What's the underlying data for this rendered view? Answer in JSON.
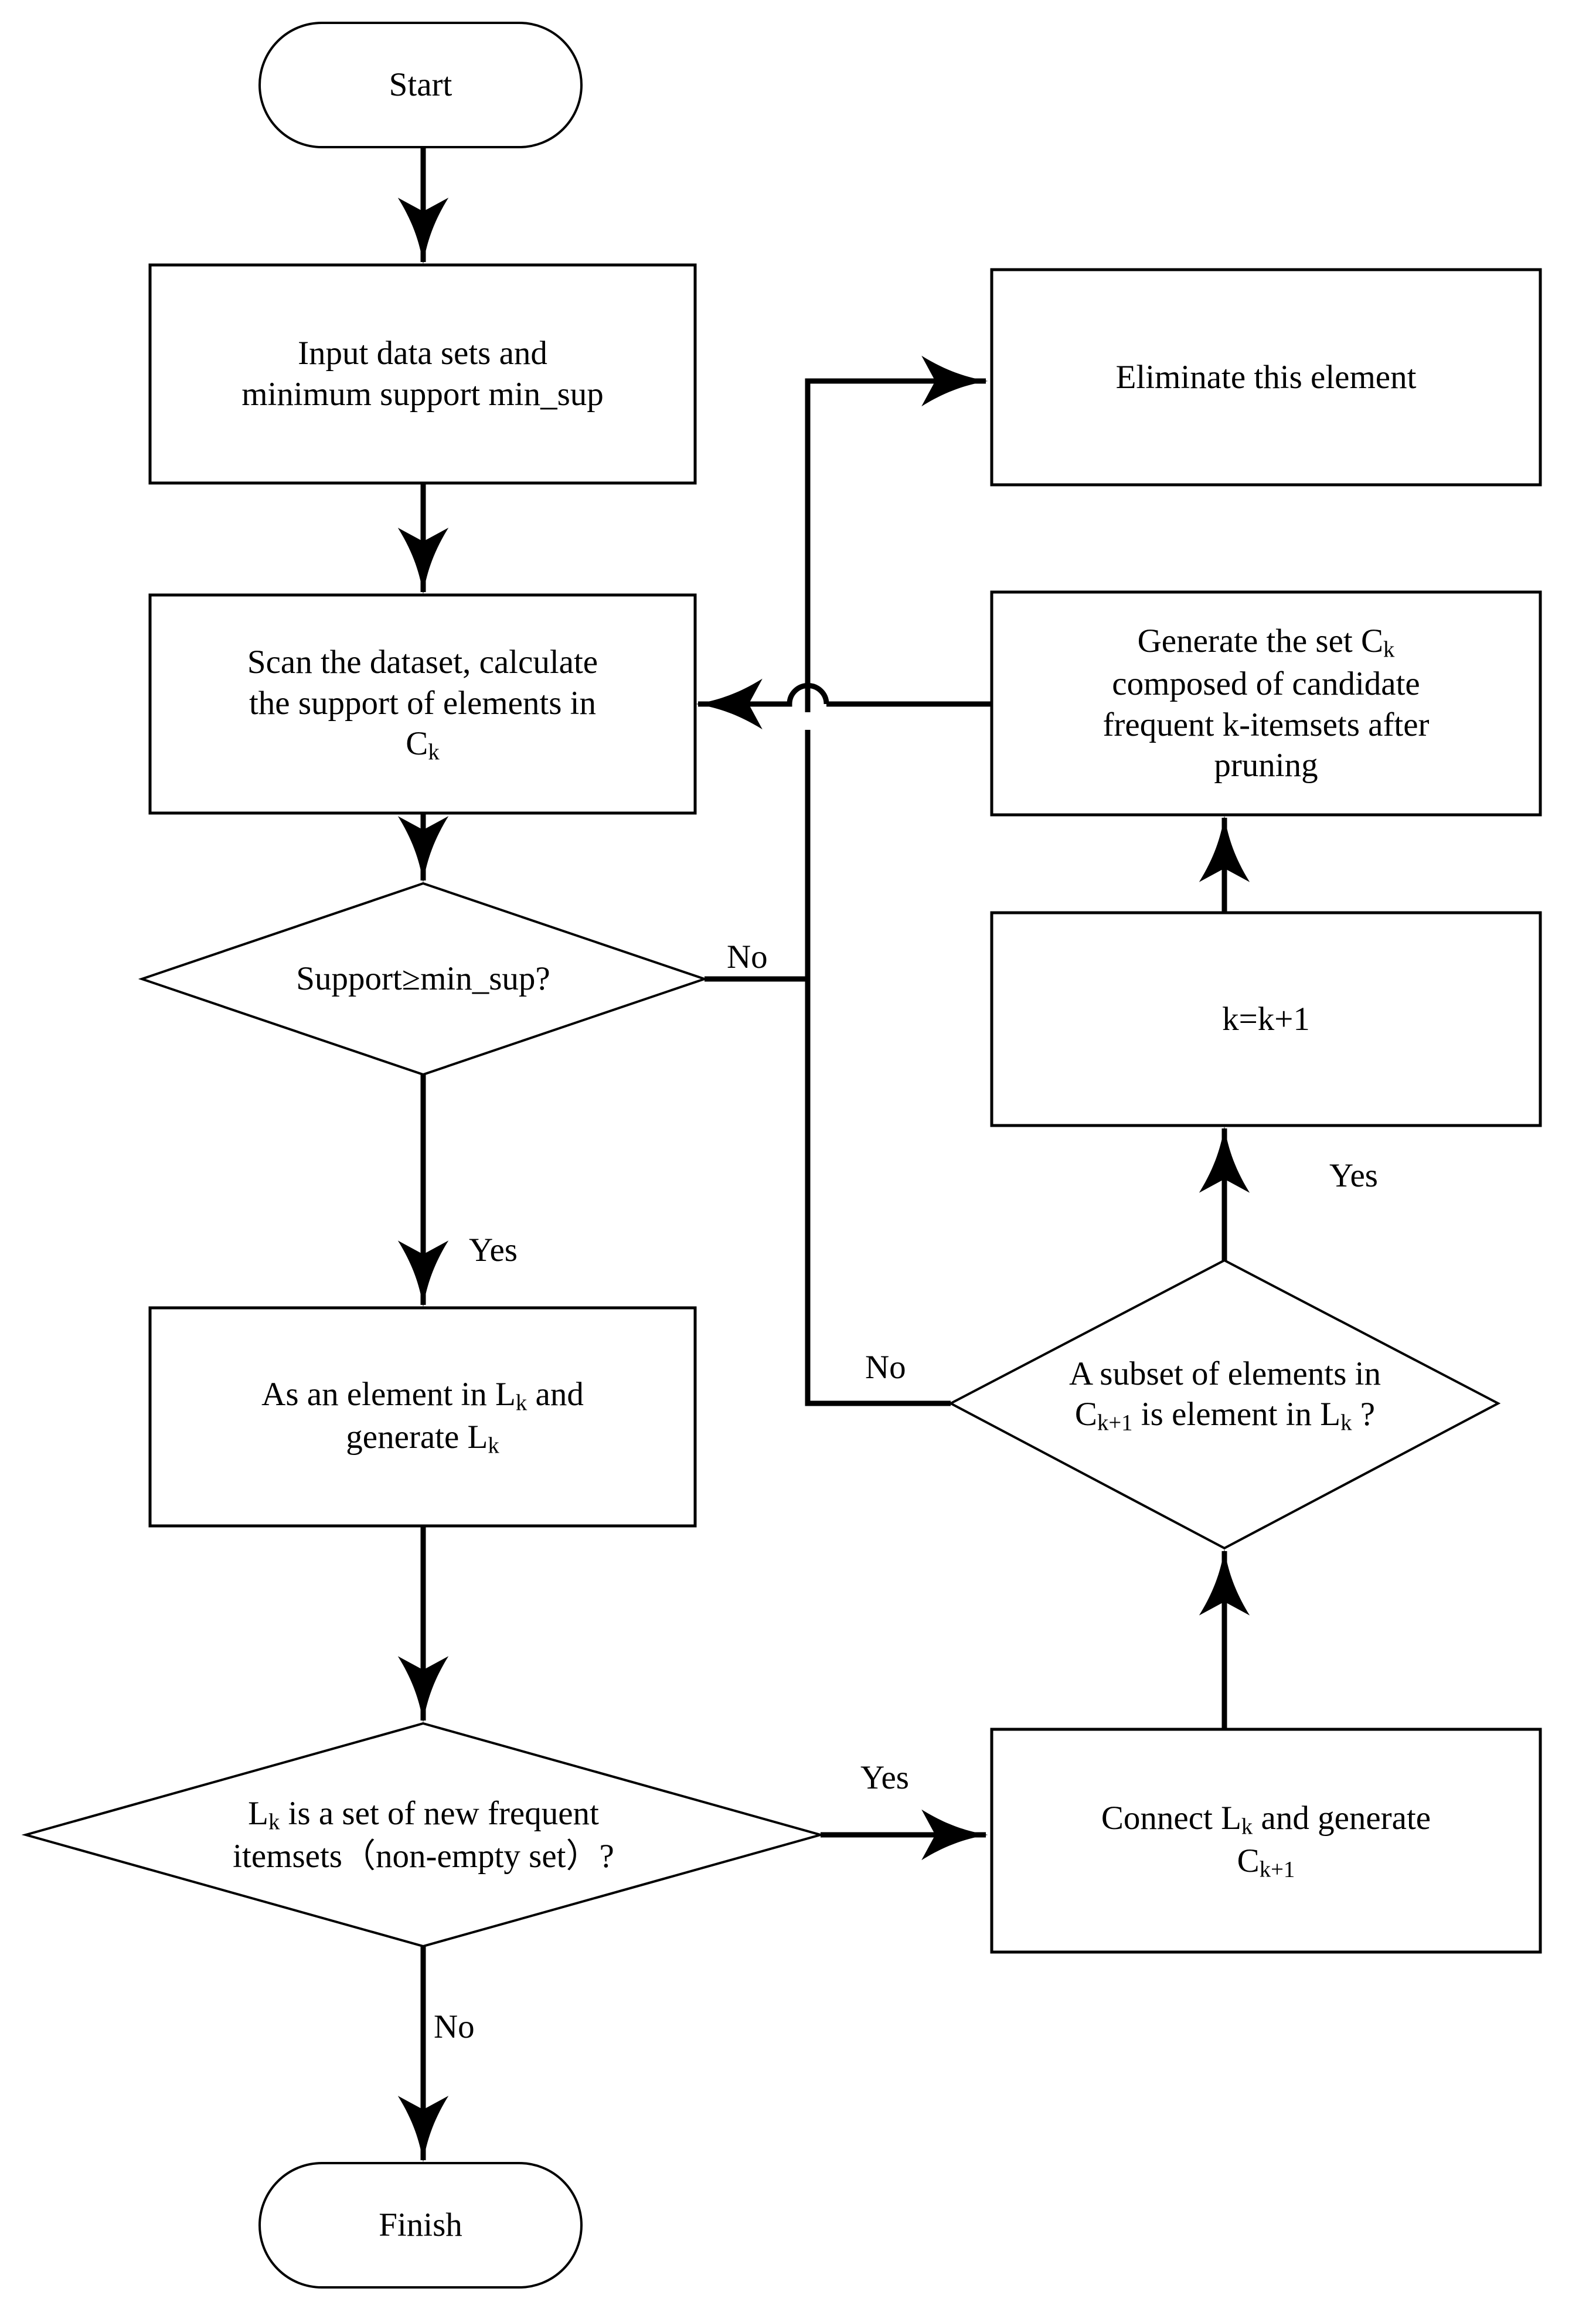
{
  "diagram": {
    "type": "flowchart",
    "title": "Apriori algorithm flowchart",
    "stroke_color": "#000000",
    "fill_color": "#ffffff",
    "background_color": "#ffffff"
  },
  "nodes": {
    "start": {
      "label": "Start",
      "shape": "terminator"
    },
    "input": {
      "label": "Input data sets and\nminimum support min_sup",
      "shape": "process"
    },
    "scan": {
      "line1": "Scan the dataset, calculate",
      "line2": "the support of elements in",
      "line3_prefix": "C",
      "line3_sub": "k",
      "shape": "process"
    },
    "support_decision": {
      "label": "Support≥min_sup?",
      "shape": "decision"
    },
    "as_element": {
      "line1_prefix": "As an element in L",
      "line1_sub": "k",
      "line1_suffix": " and",
      "line2_prefix": "generate  L",
      "line2_sub": "k",
      "shape": "process"
    },
    "lk_decision": {
      "line1_prefix": "L",
      "line1_sub": "k",
      "line1_suffix": " is a set of new frequent",
      "line2": "itemsets（non-empty set）?",
      "shape": "decision"
    },
    "finish": {
      "label": "Finish",
      "shape": "terminator"
    },
    "eliminate": {
      "label": "Eliminate this element",
      "shape": "process"
    },
    "generate_ck": {
      "line1_prefix": "Generate the set C",
      "line1_sub": "k",
      "line2": "composed of candidate",
      "line3": "frequent k-itemsets after",
      "line4": "pruning",
      "shape": "process"
    },
    "k_increment": {
      "label": "k=k+1",
      "shape": "process"
    },
    "subset_decision": {
      "line1": "A subset of elements in",
      "line2_prefix": "C",
      "line2_sub": "k+1",
      "line2_mid": "  is  element in L",
      "line2_sub2": "k",
      "line2_suffix": " ?",
      "shape": "decision"
    },
    "connect_lk": {
      "line1_prefix": "Connect L",
      "line1_sub": "k",
      "line1_suffix": " and generate",
      "line2_prefix": "C",
      "line2_sub": "k+1",
      "shape": "process"
    }
  },
  "edge_labels": {
    "support_no": "No",
    "support_yes": "Yes",
    "lk_yes": "Yes",
    "lk_no": "No",
    "subset_yes": "Yes",
    "subset_no": "No"
  }
}
